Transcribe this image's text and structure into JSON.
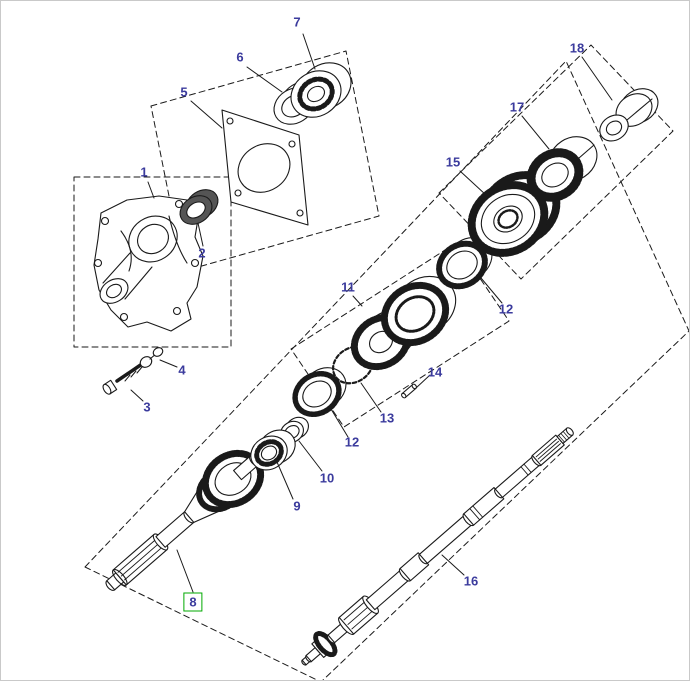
{
  "diagram": {
    "type": "exploded-parts-diagram",
    "highlighted_label": "8",
    "colors": {
      "label": "#3b3b9d",
      "line": "#1a1a1a",
      "highlight_box": "#00aa00",
      "background": "#ffffff",
      "border": "#c9c9c9"
    },
    "labels": [
      {
        "text": "7"
      },
      {
        "text": "6"
      },
      {
        "text": "5"
      },
      {
        "text": "1"
      },
      {
        "text": "2"
      },
      {
        "text": "4"
      },
      {
        "text": "3"
      },
      {
        "text": "18"
      },
      {
        "text": "17"
      },
      {
        "text": "15"
      },
      {
        "text": "11"
      },
      {
        "text": "12"
      },
      {
        "text": "14"
      },
      {
        "text": "13"
      },
      {
        "text": "12"
      },
      {
        "text": "10"
      },
      {
        "text": "9"
      },
      {
        "text": "8"
      },
      {
        "text": "16"
      }
    ]
  }
}
